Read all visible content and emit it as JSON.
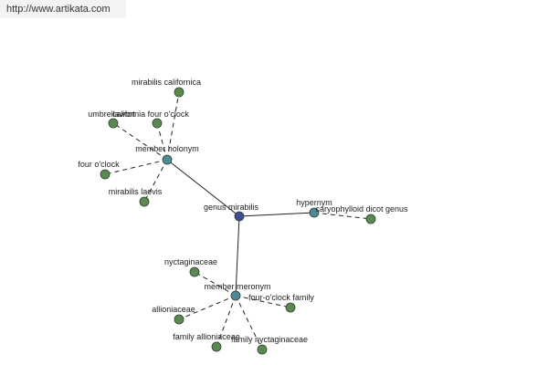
{
  "watermark": {
    "text": "http://www.artikata.com"
  },
  "colors": {
    "center_node": "#3d4d99",
    "relation_node": "#4c8a95",
    "leaf_node": "#5a8a4f",
    "node_stroke": "#2f3f2f",
    "solid_edge": "#222222",
    "dashed_edge": "#222222",
    "label": "#222222"
  },
  "graph": {
    "center": {
      "id": "genus-mirabilis",
      "label": "genus mirabilis"
    },
    "relations": [
      {
        "id": "member-holonym",
        "label": "member holonym",
        "members": [
          {
            "id": "mirabilis-californica",
            "label": "mirabilis californica"
          },
          {
            "id": "umbrellawort",
            "label": "umbrellawort"
          },
          {
            "id": "california-four-oclock",
            "label": "california four o'clock"
          },
          {
            "id": "four-oclock",
            "label": "four o'clock"
          },
          {
            "id": "mirabilis-laevis",
            "label": "mirabilis laevis"
          }
        ]
      },
      {
        "id": "hypernym",
        "label": "hypernym",
        "members": [
          {
            "id": "caryophylloid-dicot-genus",
            "label": "caryophylloid dicot genus"
          }
        ]
      },
      {
        "id": "member-meronym",
        "label": "member meronym",
        "members": [
          {
            "id": "nyctaginaceae",
            "label": "nyctaginaceae"
          },
          {
            "id": "allioniaceae",
            "label": "allioniaceae"
          },
          {
            "id": "family-allioniaceae",
            "label": "family allioniaceae"
          },
          {
            "id": "family-nyctaginaceae",
            "label": "family nyctaginaceae"
          },
          {
            "id": "four-oclock-family",
            "label": "four-o'clock family"
          }
        ]
      }
    ]
  }
}
